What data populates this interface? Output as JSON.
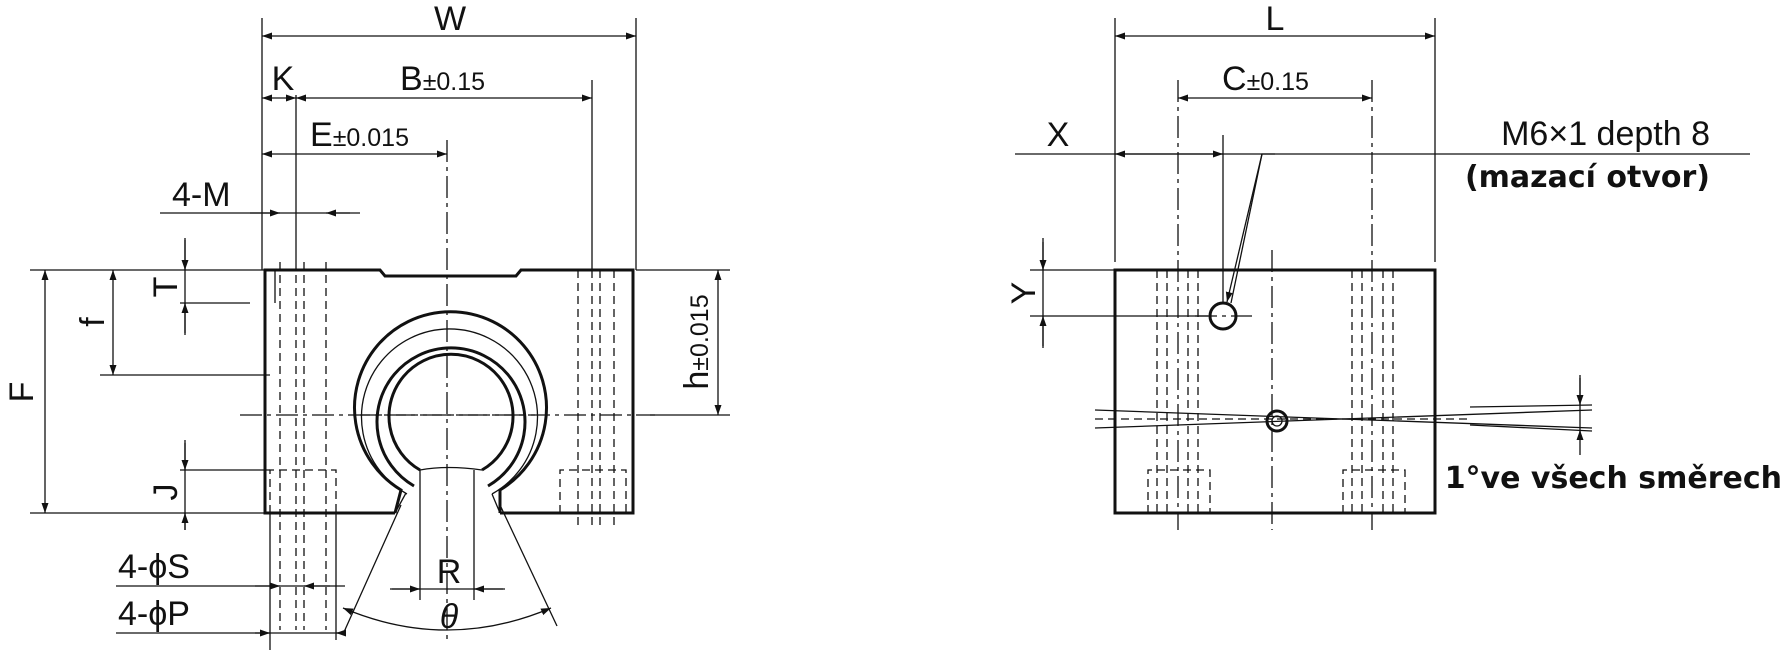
{
  "front_view": {
    "dim_W": "W",
    "dim_K": "K",
    "dim_B": "B",
    "dim_B_tol": "±0.15",
    "dim_E": "E",
    "dim_E_tol": "±0.015",
    "dim_4M": "4-M",
    "dim_T": "T",
    "dim_f": "f",
    "dim_F": "F",
    "dim_h": "h",
    "dim_h_tol": "±0.015",
    "dim_J": "J",
    "dim_4S": "4-ϕS",
    "dim_4P": "4-ϕP",
    "dim_R": "R",
    "dim_theta": "θ"
  },
  "side_view": {
    "dim_L": "L",
    "dim_C": "C",
    "dim_C_tol": "±0.15",
    "dim_X": "X",
    "dim_Y": "Y",
    "grease_port_spec": "M6×1 depth 8",
    "grease_port_note": "(mazací otvor)",
    "misalignment_note": "1°ve všech směrech"
  }
}
